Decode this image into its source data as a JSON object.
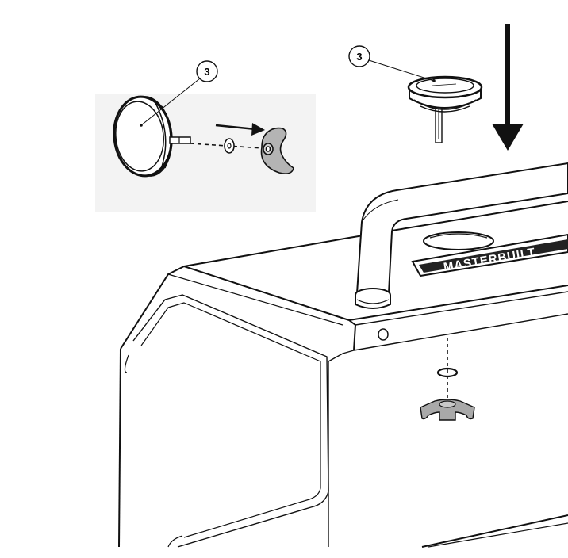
{
  "diagram": {
    "callouts": [
      {
        "id": "callout-inset",
        "label": "3"
      },
      {
        "id": "callout-top",
        "label": "3"
      }
    ],
    "brand_label": "MASTERBUILT"
  },
  "colors": {
    "line": "#111111",
    "inset_bg": "#f3f3f3",
    "gauge_face": "#ffffff",
    "wing_nut": "#a9a9a9",
    "label_plate": "#222222"
  }
}
